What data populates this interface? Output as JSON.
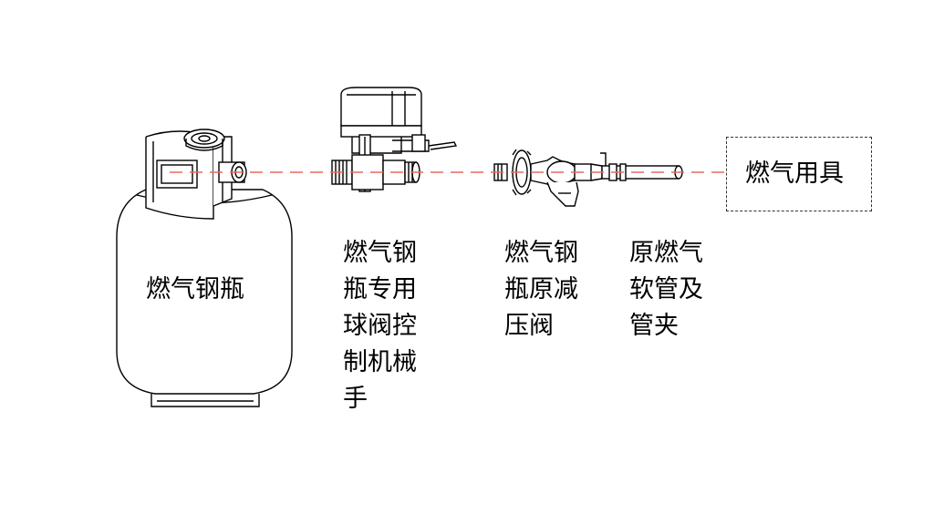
{
  "labels": {
    "cylinder": "燃气钢瓶",
    "valve_manipulator": [
      "燃气钢",
      "瓶专用",
      "球阀控",
      "制机械",
      "手"
    ],
    "regulator": [
      "燃气钢",
      "瓶原减",
      "压阀"
    ],
    "hose_clamp": [
      "原燃气",
      "软管及",
      "管夹"
    ],
    "appliance": "燃气用具"
  },
  "colors": {
    "line": "#000000",
    "connector": "#e8685f",
    "background": "#ffffff"
  }
}
